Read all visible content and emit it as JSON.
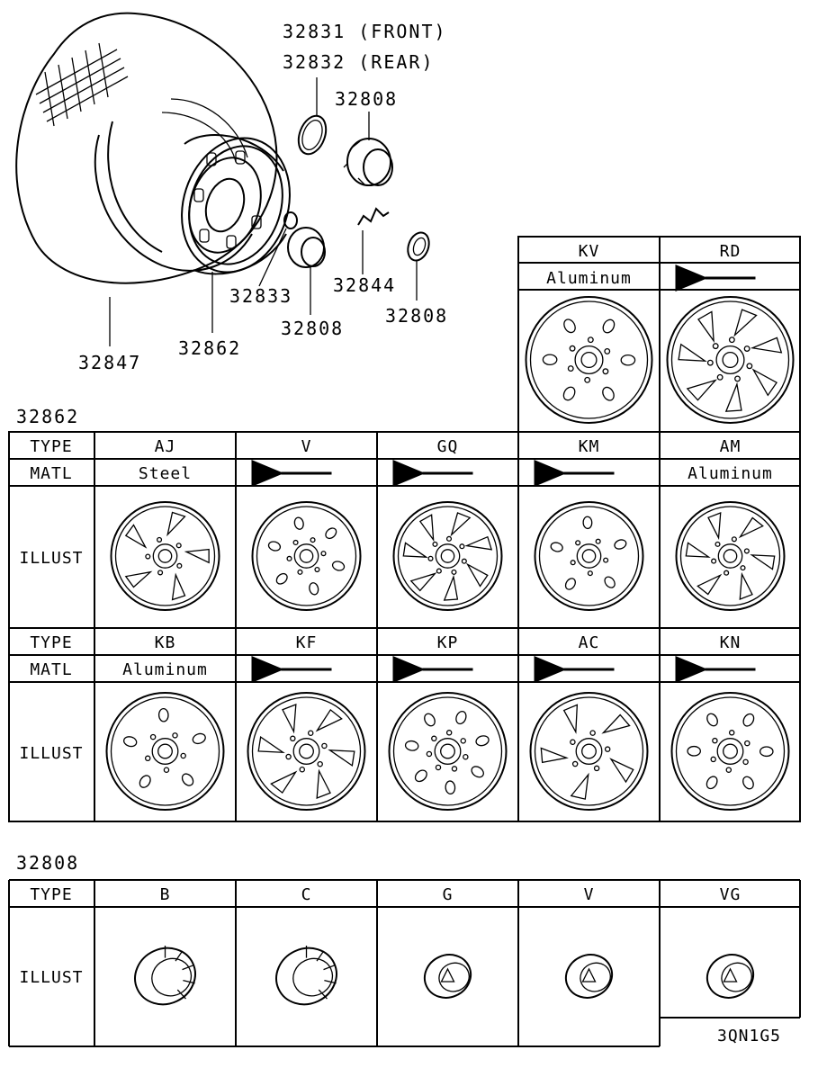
{
  "callouts": {
    "front": "32831 (FRONT)",
    "rear": "32832 (REAR)",
    "cap_top": "32808",
    "nut": "32833",
    "cap_mid": "32808",
    "clip": "32844",
    "emblem": "32808",
    "tire": "32847",
    "wheel": "32862"
  },
  "sections": {
    "wheel_no": "32862",
    "cap_no": "32808",
    "diagram_code": "3QN1G5"
  },
  "row_labels": {
    "type": "TYPE",
    "matl": "MATL",
    "illust": "ILLUST"
  },
  "wheels_extra": [
    {
      "type": "KV",
      "matl": "Aluminum",
      "same_as_prev": false
    },
    {
      "type": "RD",
      "matl": "",
      "same_as_prev": true
    }
  ],
  "wheels_row1": [
    {
      "type": "AJ",
      "matl": "Steel",
      "same_as_prev": false
    },
    {
      "type": "V",
      "matl": "",
      "same_as_prev": true
    },
    {
      "type": "GQ",
      "matl": "",
      "same_as_prev": true
    },
    {
      "type": "KM",
      "matl": "",
      "same_as_prev": true
    },
    {
      "type": "AM",
      "matl": "Aluminum",
      "same_as_prev": false
    }
  ],
  "wheels_row2": [
    {
      "type": "KB",
      "matl": "Aluminum",
      "same_as_prev": false
    },
    {
      "type": "KF",
      "matl": "",
      "same_as_prev": true
    },
    {
      "type": "KP",
      "matl": "",
      "same_as_prev": true
    },
    {
      "type": "AC",
      "matl": "",
      "same_as_prev": true
    },
    {
      "type": "KN",
      "matl": "",
      "same_as_prev": true
    }
  ],
  "caps": [
    {
      "type": "B"
    },
    {
      "type": "C"
    },
    {
      "type": "G"
    },
    {
      "type": "V"
    },
    {
      "type": "VG"
    }
  ]
}
